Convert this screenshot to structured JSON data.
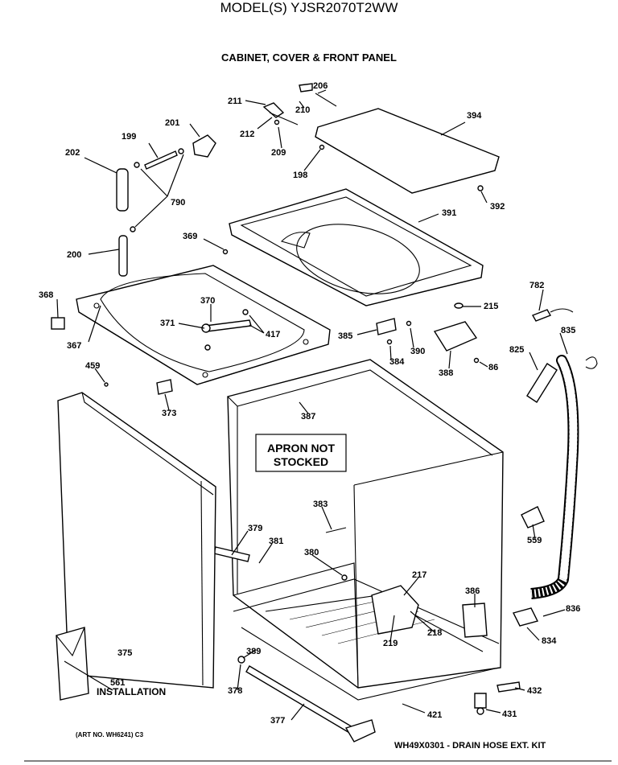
{
  "header": {
    "model": "MODEL(S) YJSR2070T2WW",
    "section": "CABINET, COVER & FRONT PANEL"
  },
  "notes": {
    "apron_line1": "APRON NOT",
    "apron_line2": "STOCKED",
    "installation": "INSTALLATION",
    "art_no": "(ART NO. WH6241) C3",
    "drain_kit": "WH49X0301 - DRAIN HOSE EXT. KIT"
  },
  "parts": [
    {
      "id": "p211",
      "label": "211"
    },
    {
      "id": "p206",
      "label": "206"
    },
    {
      "id": "p210",
      "label": "210"
    },
    {
      "id": "p212",
      "label": "212"
    },
    {
      "id": "p209",
      "label": "209"
    },
    {
      "id": "p394",
      "label": "394"
    },
    {
      "id": "p199",
      "label": "199"
    },
    {
      "id": "p201",
      "label": "201"
    },
    {
      "id": "p202",
      "label": "202"
    },
    {
      "id": "p198",
      "label": "198"
    },
    {
      "id": "p790",
      "label": "790"
    },
    {
      "id": "p392",
      "label": "392"
    },
    {
      "id": "p391",
      "label": "391"
    },
    {
      "id": "p369",
      "label": "369"
    },
    {
      "id": "p200",
      "label": "200"
    },
    {
      "id": "p782",
      "label": "782"
    },
    {
      "id": "p368",
      "label": "368"
    },
    {
      "id": "p370",
      "label": "370"
    },
    {
      "id": "p215",
      "label": "215"
    },
    {
      "id": "p371",
      "label": "371"
    },
    {
      "id": "p417",
      "label": "417"
    },
    {
      "id": "p385",
      "label": "385"
    },
    {
      "id": "p835",
      "label": "835"
    },
    {
      "id": "p367",
      "label": "367"
    },
    {
      "id": "p390",
      "label": "390"
    },
    {
      "id": "p825",
      "label": "825"
    },
    {
      "id": "p384",
      "label": "384"
    },
    {
      "id": "p388",
      "label": "388"
    },
    {
      "id": "p86",
      "label": "86"
    },
    {
      "id": "p459",
      "label": "459"
    },
    {
      "id": "p373",
      "label": "373"
    },
    {
      "id": "p387",
      "label": "387"
    },
    {
      "id": "p383",
      "label": "383"
    },
    {
      "id": "p379",
      "label": "379"
    },
    {
      "id": "p381",
      "label": "381"
    },
    {
      "id": "p559",
      "label": "559"
    },
    {
      "id": "p380",
      "label": "380"
    },
    {
      "id": "p217",
      "label": "217"
    },
    {
      "id": "p386",
      "label": "386"
    },
    {
      "id": "p836",
      "label": "836"
    },
    {
      "id": "p218",
      "label": "218"
    },
    {
      "id": "p219",
      "label": "219"
    },
    {
      "id": "p834",
      "label": "834"
    },
    {
      "id": "p375",
      "label": "375"
    },
    {
      "id": "p389",
      "label": "389"
    },
    {
      "id": "p561",
      "label": "561"
    },
    {
      "id": "p378",
      "label": "378"
    },
    {
      "id": "p432",
      "label": "432"
    },
    {
      "id": "p421",
      "label": "421"
    },
    {
      "id": "p431",
      "label": "431"
    },
    {
      "id": "p377",
      "label": "377"
    }
  ]
}
